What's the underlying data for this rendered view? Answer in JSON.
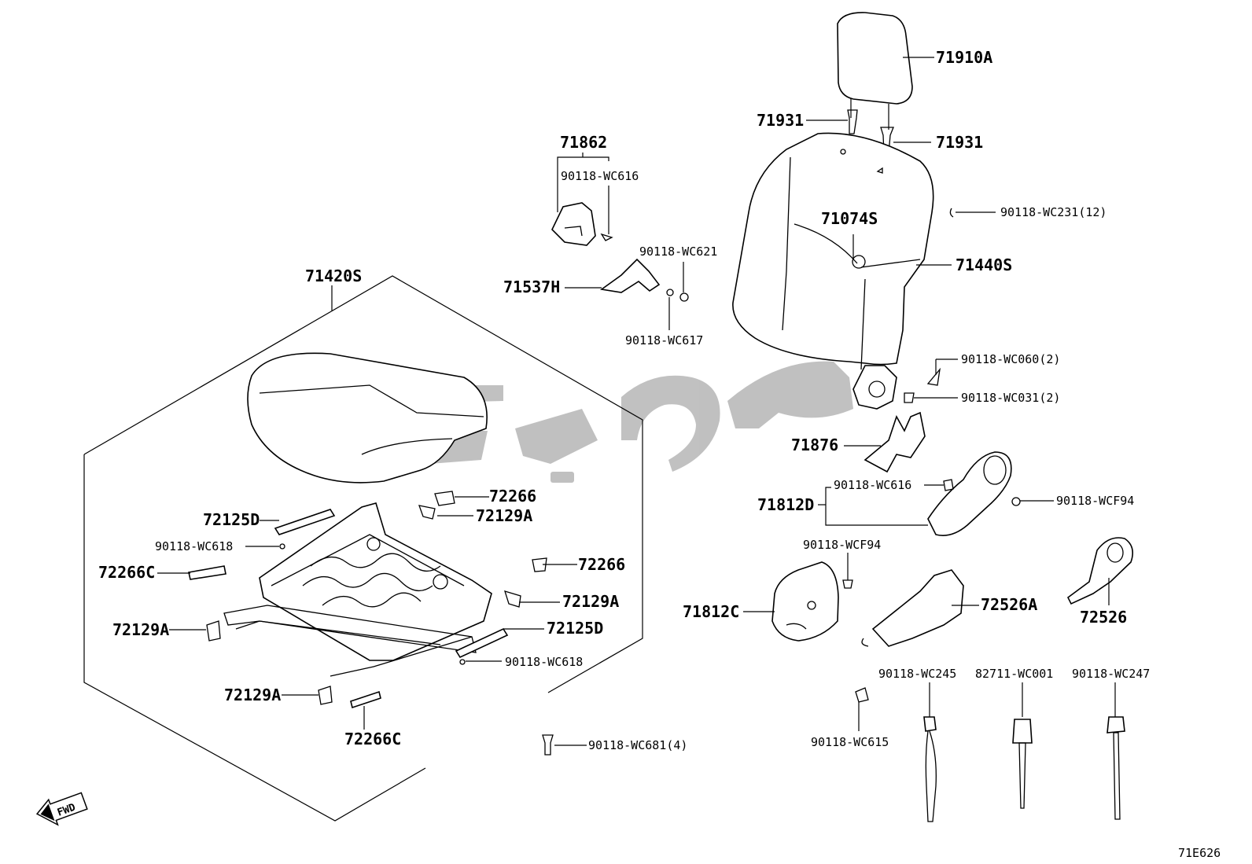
{
  "labels": {
    "p71910A": "71910A",
    "p71931_left": "71931",
    "p71931_right": "71931",
    "p71862": "71862",
    "p90118_WC616_top": "90118-WC616",
    "p90118_WC621": "90118-WC621",
    "p71537H": "71537H",
    "p90118_WC617": "90118-WC617",
    "p71074S": "71074S",
    "p90118_WC231": "90118-WC231(12)",
    "p71440S": "71440S",
    "p71420S": "71420S",
    "p90118_WC060": "90118-WC060(2)",
    "p90118_WC031": "90118-WC031(2)",
    "p71876": "71876",
    "p90118_WC616_mid": "90118-WC616",
    "p71812D": "71812D",
    "p90118_WCF94_right": "90118-WCF94",
    "p72266_top": "72266",
    "p72129A_top": "72129A",
    "p72125D_left": "72125D",
    "p90118_WC618_left": "90118-WC618",
    "p72266C_left": "72266C",
    "p72266_mid": "72266",
    "p72129A_mid": "72129A",
    "p72129A_left": "72129A",
    "p72125D_right": "72125D",
    "p90118_WC618_right": "90118-WC618",
    "p72129A_bottom": "72129A",
    "p72266C_bottom": "72266C",
    "p90118_WC681": "90118-WC681(4)",
    "p90118_WCF94_mid": "90118-WCF94",
    "p71812C": "71812C",
    "p72526A": "72526A",
    "p72526": "72526",
    "p90118_WC245": "90118-WC245",
    "p82711_WC001": "82711-WC001",
    "p90118_WC247": "90118-WC247",
    "p90118_WC615": "90118-WC615"
  },
  "fwd_label": "FWD",
  "diagram_code": "71E626",
  "watermark": {
    "shape": "arabic-script-logo",
    "color": "#b3b3b3"
  }
}
